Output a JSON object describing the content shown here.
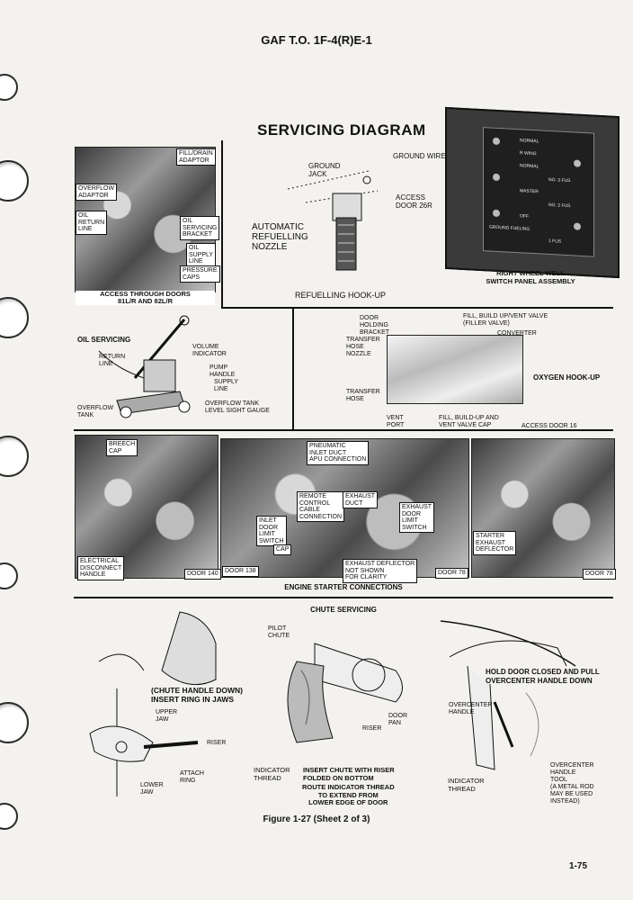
{
  "header": {
    "title": "GAF T.O. 1F-4(R)E-1"
  },
  "diagram_title": "SERVICING DIAGRAM",
  "access_panel": {
    "caption": "ACCESS THROUGH DOORS\n81L/R AND 82L/R",
    "labels": {
      "fill_drain": "FILL/DRAIN\nADAPTOR",
      "overflow": "OVERFLOW\nADAPTOR",
      "oil_return": "OIL\nRETURN\nLINE",
      "oil_bracket": "OIL\nSERVICING\nBRACKET",
      "oil_supply": "OIL\nSUPPLY\nLINE",
      "pressure": "PRESSURE\nCAPS"
    }
  },
  "refuelling": {
    "caption": "REFUELLING HOOK-UP",
    "ground_jack": "GROUND\nJACK",
    "ground_wire": "GROUND WIRE",
    "access_door": "ACCESS\nDOOR 26R",
    "nozzle": "AUTOMATIC\nREFUELLING\nNOZZLE"
  },
  "switch_panel": {
    "caption": "RIGHT WHEEL WELL\nSWITCH PANEL ASSEMBLY",
    "rows": [
      "NORMAL",
      "R WING",
      "NORMAL",
      "NO. 3 FUS",
      "MASTER",
      "NO. 2 FUS",
      "OFF",
      "GROUND FUELING",
      "1 FUS"
    ]
  },
  "oil_servicing": {
    "title": "OIL SERVICING",
    "return_line": "RETURN\nLINE",
    "volume": "VOLUME\nINDICATOR",
    "pump": "PUMP\nHANDLE",
    "supply": "SUPPLY\nLINE",
    "sight": "OVERFLOW TANK\nLEVEL SIGHT GAUGE",
    "overflow_tank": "OVERFLOW\nTANK"
  },
  "oxygen": {
    "title": "OXYGEN HOOK-UP",
    "door_bracket": "DOOR\nHOLDING\nBRACKET",
    "fill_valve": "FILL, BUILD UP/VENT VALVE\n(FILLER VALVE)",
    "converter": "CONVERTER",
    "transfer_nozzle": "TRANSFER\nHOSE\nNOZZLE",
    "transfer_hose": "TRANSFER\nHOSE",
    "vent_port": "VENT\nPORT",
    "fill_cap": "FILL, BUILD-UP AND\nVENT VALVE CAP",
    "access_door": "ACCESS DOOR 16"
  },
  "engine_starter": {
    "caption": "ENGINE STARTER CONNECTIONS",
    "breech_cap": "BREECH\nCAP",
    "electrical": "ELECTRICAL\nDISCONNECT\nHANDLE",
    "door140": "DOOR 140",
    "pneumatic": "PNEUMATIC\nINLET DUCT\nAPU CONNECTION",
    "remote": "REMOTE\nCONTROL\nCABLE\nCONNECTION",
    "exhaust_duct": "EXHAUST\nDUCT",
    "inlet_switch": "INLET\nDOOR\nLIMIT\nSWITCH",
    "exhaust_switch": "EXHAUST\nDOOR\nLIMIT\nSWITCH",
    "cap": "CAP",
    "door138": "DOOR 138",
    "deflector_note": "EXHAUST DEFLECTOR\nNOT SHOWN\nFOR CLARITY",
    "door78a": "DOOR 78",
    "starter_deflector": "STARTER\nEXHAUST\nDEFLECTOR",
    "door78b": "DOOR 78"
  },
  "chute": {
    "caption": "CHUTE SERVICING",
    "handle_down": "(CHUTE HANDLE DOWN)\nINSERT RING IN JAWS",
    "upper_jaw": "UPPER\nJAW",
    "riser1": "RISER",
    "attach_ring": "ATTACH\nRING",
    "lower_jaw": "LOWER\nJAW",
    "pilot_chute": "PILOT\nCHUTE",
    "door_pan": "DOOR\nPAN",
    "riser2": "RISER",
    "indicator_thread1": "INDICATOR\nTHREAD",
    "insert_chute": "INSERT CHUTE WITH RISER\nFOLDED ON BOTTOM",
    "route": "ROUTE INDICATOR THREAD\nTO EXTEND FROM\nLOWER EDGE OF DOOR",
    "hold_door": "HOLD DOOR CLOSED AND PULL\nOVERCENTER HANDLE DOWN",
    "overcenter1": "OVERCENTER\nHANDLE",
    "indicator_thread2": "INDICATOR\nTHREAD",
    "overcenter_tool": "OVERCENTER\nHANDLE\nTOOL\n(A METAL ROD\nMAY BE USED\nINSTEAD)"
  },
  "figure_caption": "Figure 1-27 (Sheet 2 of 3)",
  "page_number": "1-75"
}
